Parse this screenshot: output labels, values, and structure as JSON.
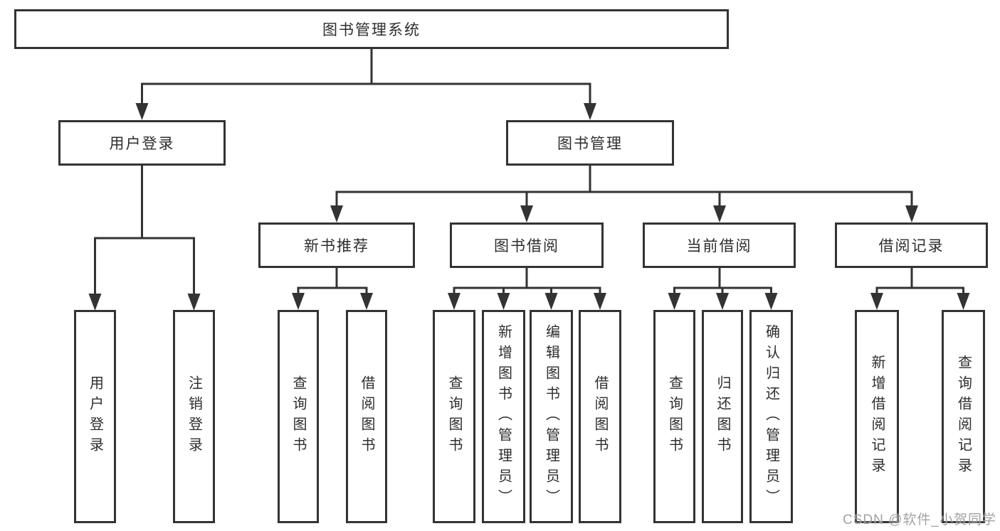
{
  "tree": {
    "root": {
      "label": "图书管理系统"
    },
    "children": [
      {
        "label": "用户登录",
        "children": [
          {
            "label": "用户登录"
          },
          {
            "label": "注销登录"
          }
        ]
      },
      {
        "label": "图书管理",
        "children": [
          {
            "label": "新书推荐",
            "children": [
              {
                "label": "查询图书"
              },
              {
                "label": "借阅图书"
              }
            ]
          },
          {
            "label": "图书借阅",
            "children": [
              {
                "label": "查询图书"
              },
              {
                "label": "新增图书（管理员）"
              },
              {
                "label": "编辑图书（管理员）"
              },
              {
                "label": "借阅图书"
              }
            ]
          },
          {
            "label": "当前借阅",
            "children": [
              {
                "label": "查询图书"
              },
              {
                "label": "归还图书"
              },
              {
                "label": "确认归还（管理员）"
              }
            ]
          },
          {
            "label": "借阅记录",
            "children": [
              {
                "label": "新增借阅记录"
              },
              {
                "label": "查询借阅记录"
              }
            ]
          }
        ]
      }
    ]
  },
  "colors": {
    "line": "#333333",
    "text": "#2d2d2d",
    "watermark": "#999999"
  },
  "watermark": "CSDN @软件_小贺同学"
}
